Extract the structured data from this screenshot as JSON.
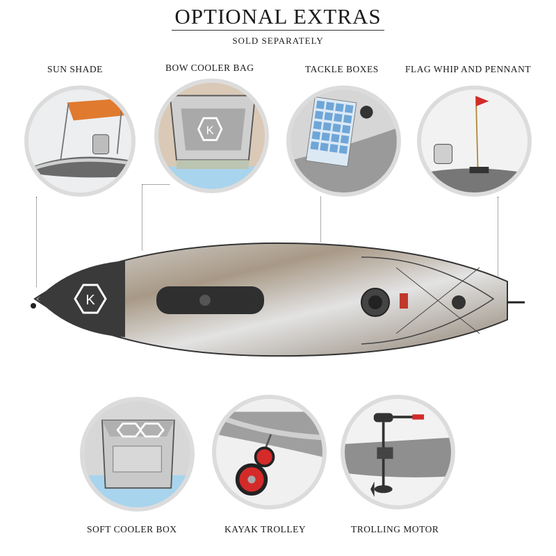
{
  "header": {
    "title": "OPTIONAL EXTRAS",
    "subtitle": "SOLD SEPARATELY"
  },
  "extras_top": [
    {
      "label": "SUN SHADE",
      "icon": "sun-shade-icon"
    },
    {
      "label": "BOW COOLER BAG",
      "icon": "cooler-bag-icon"
    },
    {
      "label": "TACKLE BOXES",
      "icon": "tackle-box-icon"
    },
    {
      "label": "FLAG WHIP AND PENNANT",
      "icon": "flag-icon"
    }
  ],
  "extras_bottom": [
    {
      "label": "SOFT COOLER BOX",
      "icon": "cooler-box-icon"
    },
    {
      "label": "KAYAK TROLLEY",
      "icon": "trolley-icon"
    },
    {
      "label": "TROLLING MOTOR",
      "icon": "motor-icon"
    }
  ],
  "kayak": {
    "logo_letter": "K"
  },
  "colors": {
    "circle_border": "#dcdcdc",
    "canopy_orange": "#e07a2e",
    "tackle_blue": "#6fa6d8",
    "trolley_red": "#d42a2a",
    "cooler_blue": "#a8d4ee"
  }
}
